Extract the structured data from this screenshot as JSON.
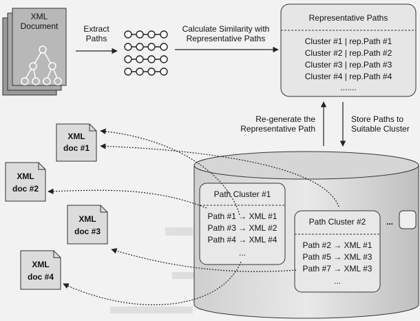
{
  "xml_document": {
    "line1": "XML",
    "line2": "Document"
  },
  "extract_paths": {
    "line1": "Extract",
    "line2": "Paths"
  },
  "calculate": {
    "line1": "Calculate Similarity with",
    "line2": "Representative Paths"
  },
  "representative_paths": {
    "title": "Representative Paths",
    "rows": [
      "Cluster #1 | rep.Path #1",
      "Cluster #2 | rep.Path #2",
      "Cluster #3 | rep.Path #3",
      "Cluster #4 | rep.Path #4",
      "......."
    ]
  },
  "regenerate": {
    "line1": "Re-generate the",
    "line2": "Representative Path"
  },
  "store": {
    "line1": "Store Paths to",
    "line2": "Suitable Cluster"
  },
  "docs": [
    {
      "line1": "XML",
      "line2": "doc #1"
    },
    {
      "line1": "XML",
      "line2": "doc #2"
    },
    {
      "line1": "XML",
      "line2": "doc #3"
    },
    {
      "line1": "XML",
      "line2": "doc #4"
    }
  ],
  "cluster1": {
    "title": "Path Cluster #1",
    "rows": [
      "Path #1 → XML #1",
      "Path #3 → XML #2",
      "Path #4 → XML #4",
      "..."
    ]
  },
  "cluster2": {
    "title": "Path Cluster #2",
    "rows": [
      "Path #2 → XML #1",
      "Path #5 → XML #3",
      "Path #7 → XML #3",
      "..."
    ]
  },
  "more_clusters": "...",
  "colors": {
    "box_fill": "#e6e6e6",
    "line": "#222222",
    "background": "#f2f2f2"
  }
}
